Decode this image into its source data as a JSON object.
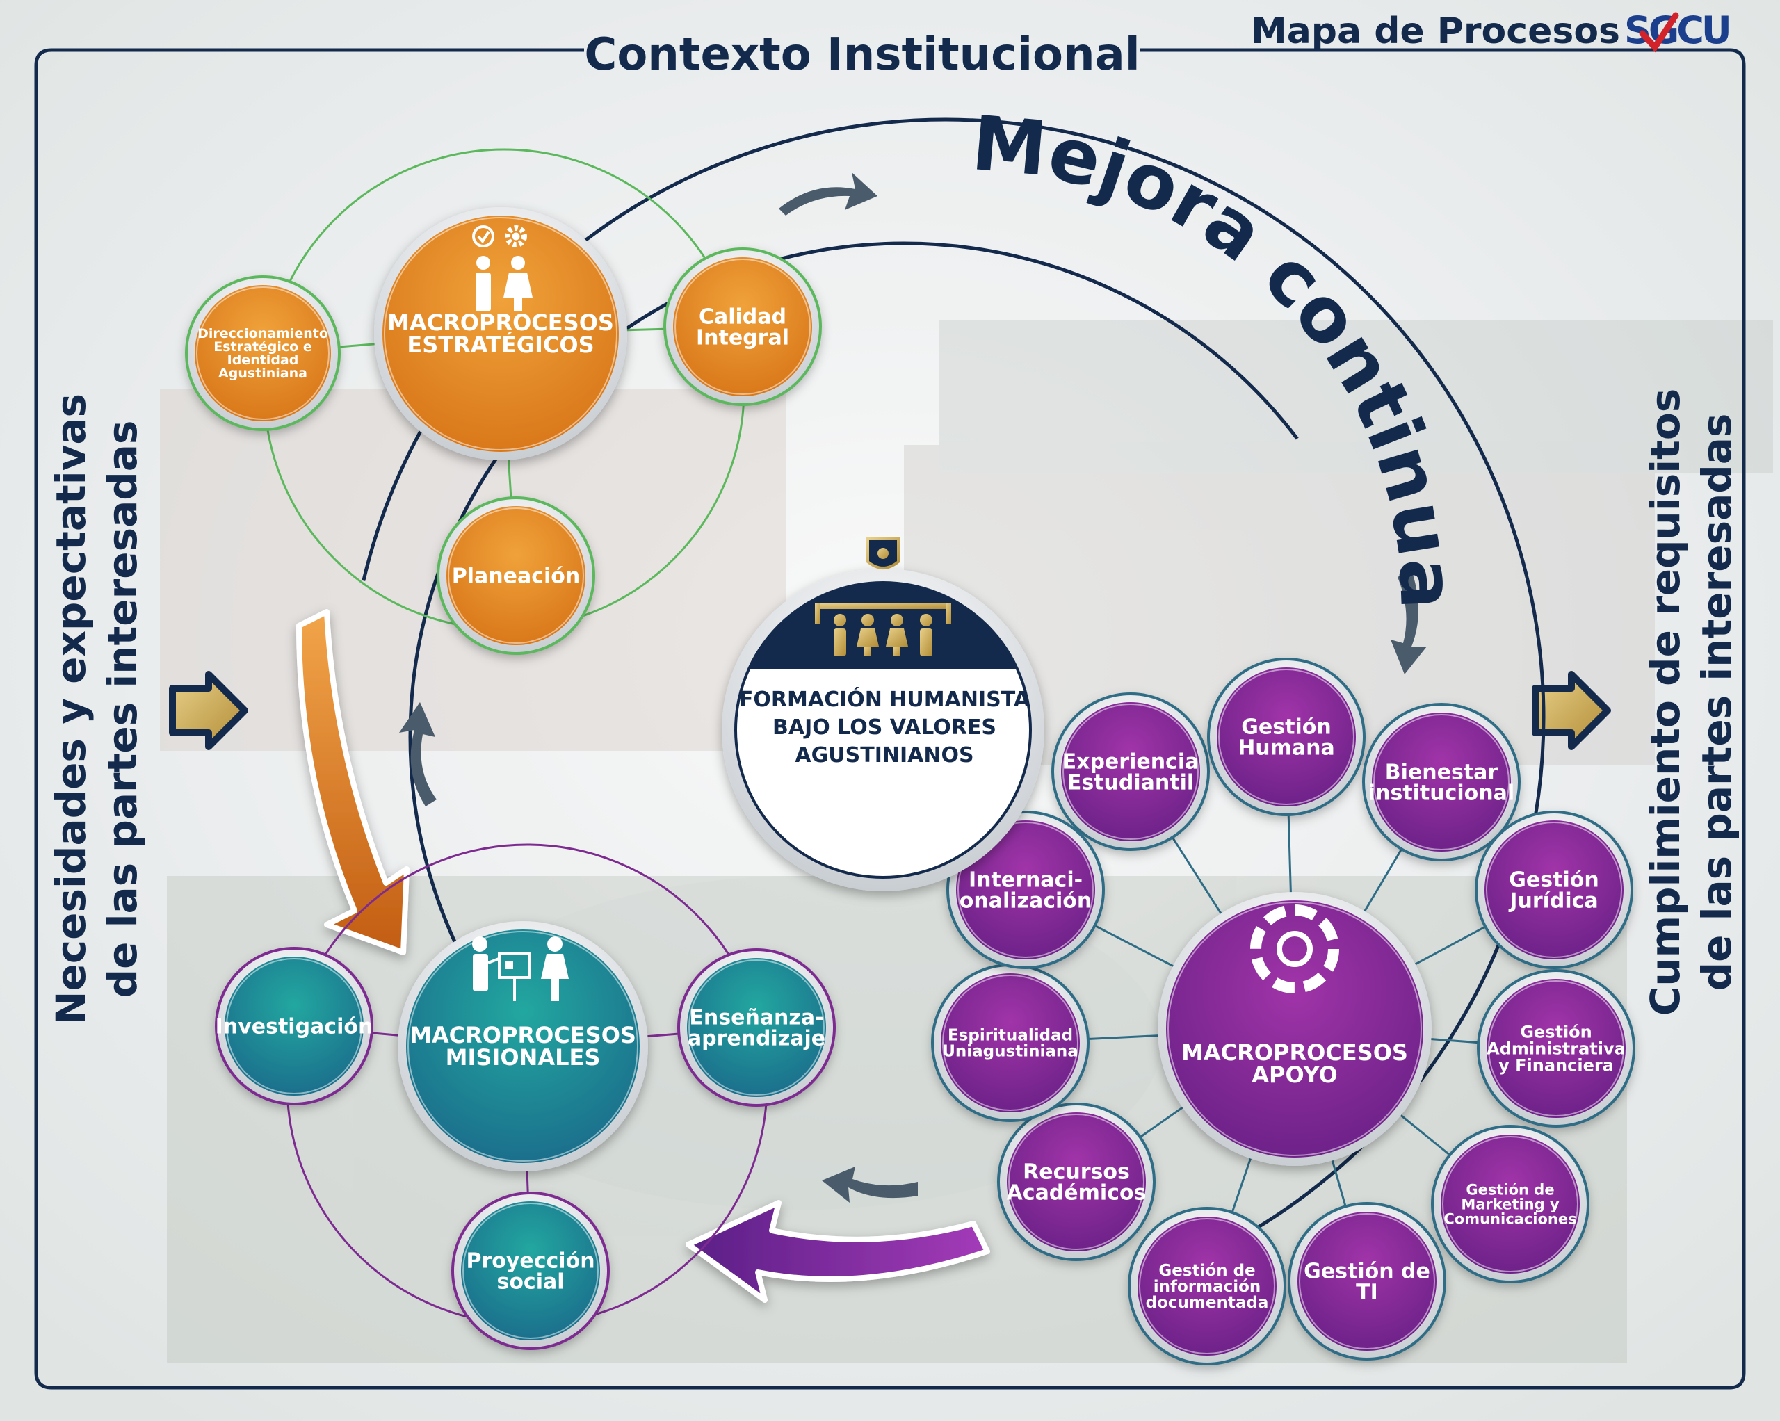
{
  "header": {
    "context_title": "Contexto Institucional",
    "map_title": "Mapa de Procesos",
    "logo_text": "SGCU"
  },
  "side_labels": {
    "left": [
      "Necesidades y expectativas",
      "de las partes interesadas"
    ],
    "right": [
      "Cumplimiento de requisitos",
      "de las partes interesadas"
    ]
  },
  "cycle_label": "Mejora continua",
  "center": {
    "lines": [
      "FORMACIÓN HUMANISTA",
      "BAJO LOS VALORES",
      "AGUSTINIANOS"
    ]
  },
  "strategic": {
    "title": [
      "MACROPROCESOS",
      "ESTRATÉGICOS"
    ],
    "subprocesses": [
      [
        "Direccionamiento",
        "Estratégico e",
        "Identidad",
        "Agustiniana"
      ],
      [
        "Calidad",
        "Integral"
      ],
      [
        "Planeación"
      ]
    ]
  },
  "missional": {
    "title": [
      "MACROPROCESOS",
      "MISIONALES"
    ],
    "subprocesses": [
      [
        "Investigación"
      ],
      [
        "Enseñanza-",
        "aprendizaje"
      ],
      [
        "Proyección",
        "social"
      ]
    ]
  },
  "support": {
    "title": [
      "MACROPROCESOS",
      "APOYO"
    ],
    "subprocesses": [
      [
        "Experiencia",
        "Estudiantil"
      ],
      [
        "Gestión",
        "Humana"
      ],
      [
        "Bienestar",
        "institucional"
      ],
      [
        "Gestión",
        "Jurídica"
      ],
      [
        "Gestión",
        "Administrativa",
        "y Financiera"
      ],
      [
        "Gestión de",
        "Marketing y",
        "Comunicaciones"
      ],
      [
        "Gestión de",
        "TI"
      ],
      [
        "Gestión de",
        "información",
        "documentada"
      ],
      [
        "Recursos",
        "Académicos"
      ],
      [
        "Espiritualidad",
        "Uniagustiniana"
      ],
      [
        "Internaci-",
        "onalización"
      ]
    ]
  },
  "colors": {
    "navy": "#132a4c",
    "orange": "#e08a23",
    "teal": "#1f9a96",
    "purple": "#8b2a9a",
    "green_ring": "#5cb85c",
    "gold": "#c9a951"
  }
}
